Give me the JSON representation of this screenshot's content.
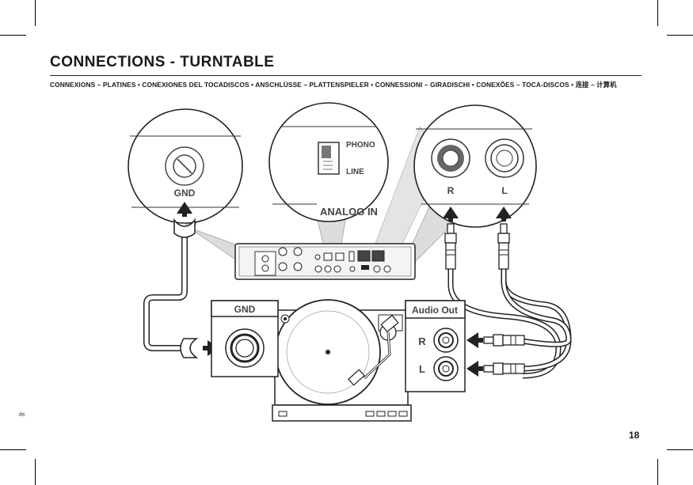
{
  "page": {
    "title": "CONNECTIONS - TURNTABLE",
    "subtitle": "CONNEXIONS – PLATINES  • CONEXIONES DEL TOCADISCOS   •  ANSCHLÜSSE – PLATTENSPIELER  • CONNESSIONI – GIRADISCHI  •  CONEXÕES – TOCA-DISCOS   • 连接 – 计算机",
    "page_number": "18",
    "side_fragment": "ite."
  },
  "diagram": {
    "zoom_gnd_label": "GND",
    "zoom_switch_phono": "PHONO",
    "zoom_switch_line": "LINE",
    "zoom_analog_label": "ANALOG IN",
    "zoom_rca_right": "R",
    "zoom_rca_left": "L",
    "turntable_gnd_label": "GND",
    "turntable_audio_out_label": "Audio Out",
    "turntable_r_label": "R",
    "turntable_l_label": "L"
  }
}
